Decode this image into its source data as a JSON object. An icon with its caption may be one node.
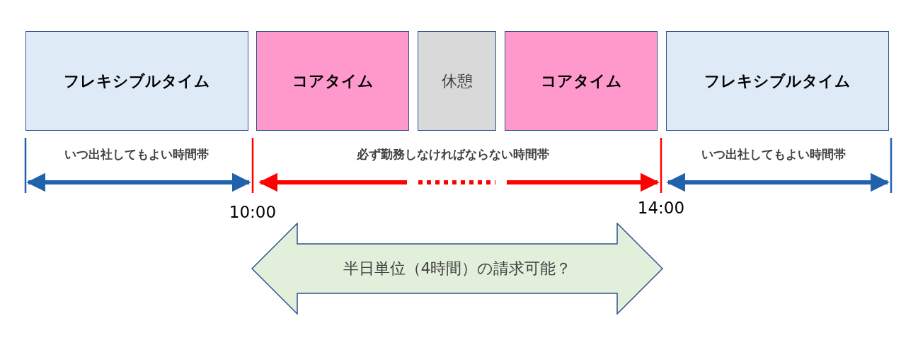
{
  "diagram": {
    "nodes": [
      {
        "text": [
          "フレキシブルタイム"
        ]
      },
      {
        "text": [
          "コアタイム"
        ]
      },
      {
        "text": [
          "休憩"
        ]
      },
      {
        "text": [
          "コアタイム"
        ]
      },
      {
        "text": [
          "フレキシブルタイム"
        ]
      },
      {
        "text": [
          "半日単位（4時間）の請求可能？"
        ]
      }
    ],
    "edges": [],
    "labels": [
      "いつ出社してもよい時間帯",
      "必ず勤務しなければならない時間帯",
      "いつ出社してもよい時間帯",
      "10:00",
      "14:00"
    ]
  }
}
